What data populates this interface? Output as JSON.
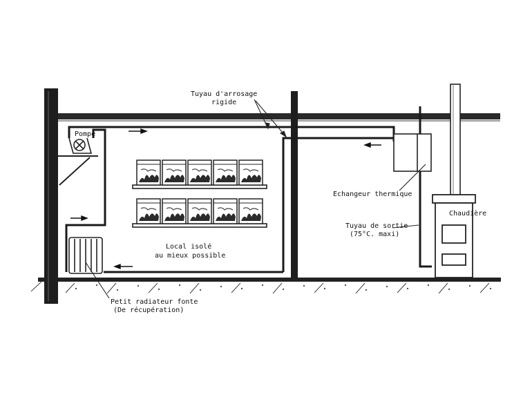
{
  "labels": {
    "pump": "Pompe",
    "garden_hose_line1": "Tuyau d'arrosage",
    "garden_hose_line2": "rigide",
    "heat_exchanger": "Echangeur thermique",
    "boiler": "Chaudière",
    "outlet_pipe_line1": "Tuyau de sortie",
    "outlet_pipe_line2": "(75°C. maxi)",
    "insulated_room_line1": "Local isolé",
    "insulated_room_line2": "au mieux possible",
    "radiator_line1": "Petit radiateur fonte",
    "radiator_line2": "(De récupération)"
  },
  "shelves": [
    {
      "tanks": 5
    },
    {
      "tanks": 5
    }
  ]
}
